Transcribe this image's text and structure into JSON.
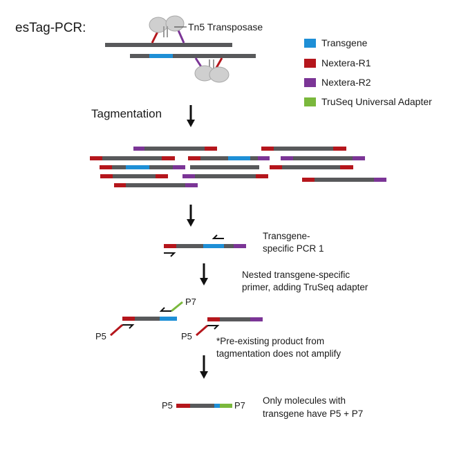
{
  "title": "esTag-PCR:",
  "tn5_label": "Tn5 Transposase",
  "legend": [
    {
      "label": "Transgene",
      "color": "#1e8fd6"
    },
    {
      "label": "Nextera-R1",
      "color": "#b5161c"
    },
    {
      "label": "Nextera-R2",
      "color": "#7b3596"
    },
    {
      "label": "TruSeq Universal Adapter",
      "color": "#7ab83c"
    }
  ],
  "colors": {
    "dna": "#58595b",
    "enzyme": "#cfcfcf",
    "arrow": "#111111"
  },
  "steps": {
    "tagmentation": "Tagmentation",
    "pcr1_line1": "Transgene-",
    "pcr1_line2": "specific PCR 1",
    "nested_line1": "Nested transgene-specific",
    "nested_line2": "primer, adding TruSeq adapter",
    "preexist_line1": "*Pre-existing product from",
    "preexist_line2": "tagmentation does not amplify",
    "final_line1": "Only molecules with",
    "final_line2": "transgene have P5 + P7"
  },
  "primers": {
    "p5": "P5",
    "p7": "P7"
  }
}
